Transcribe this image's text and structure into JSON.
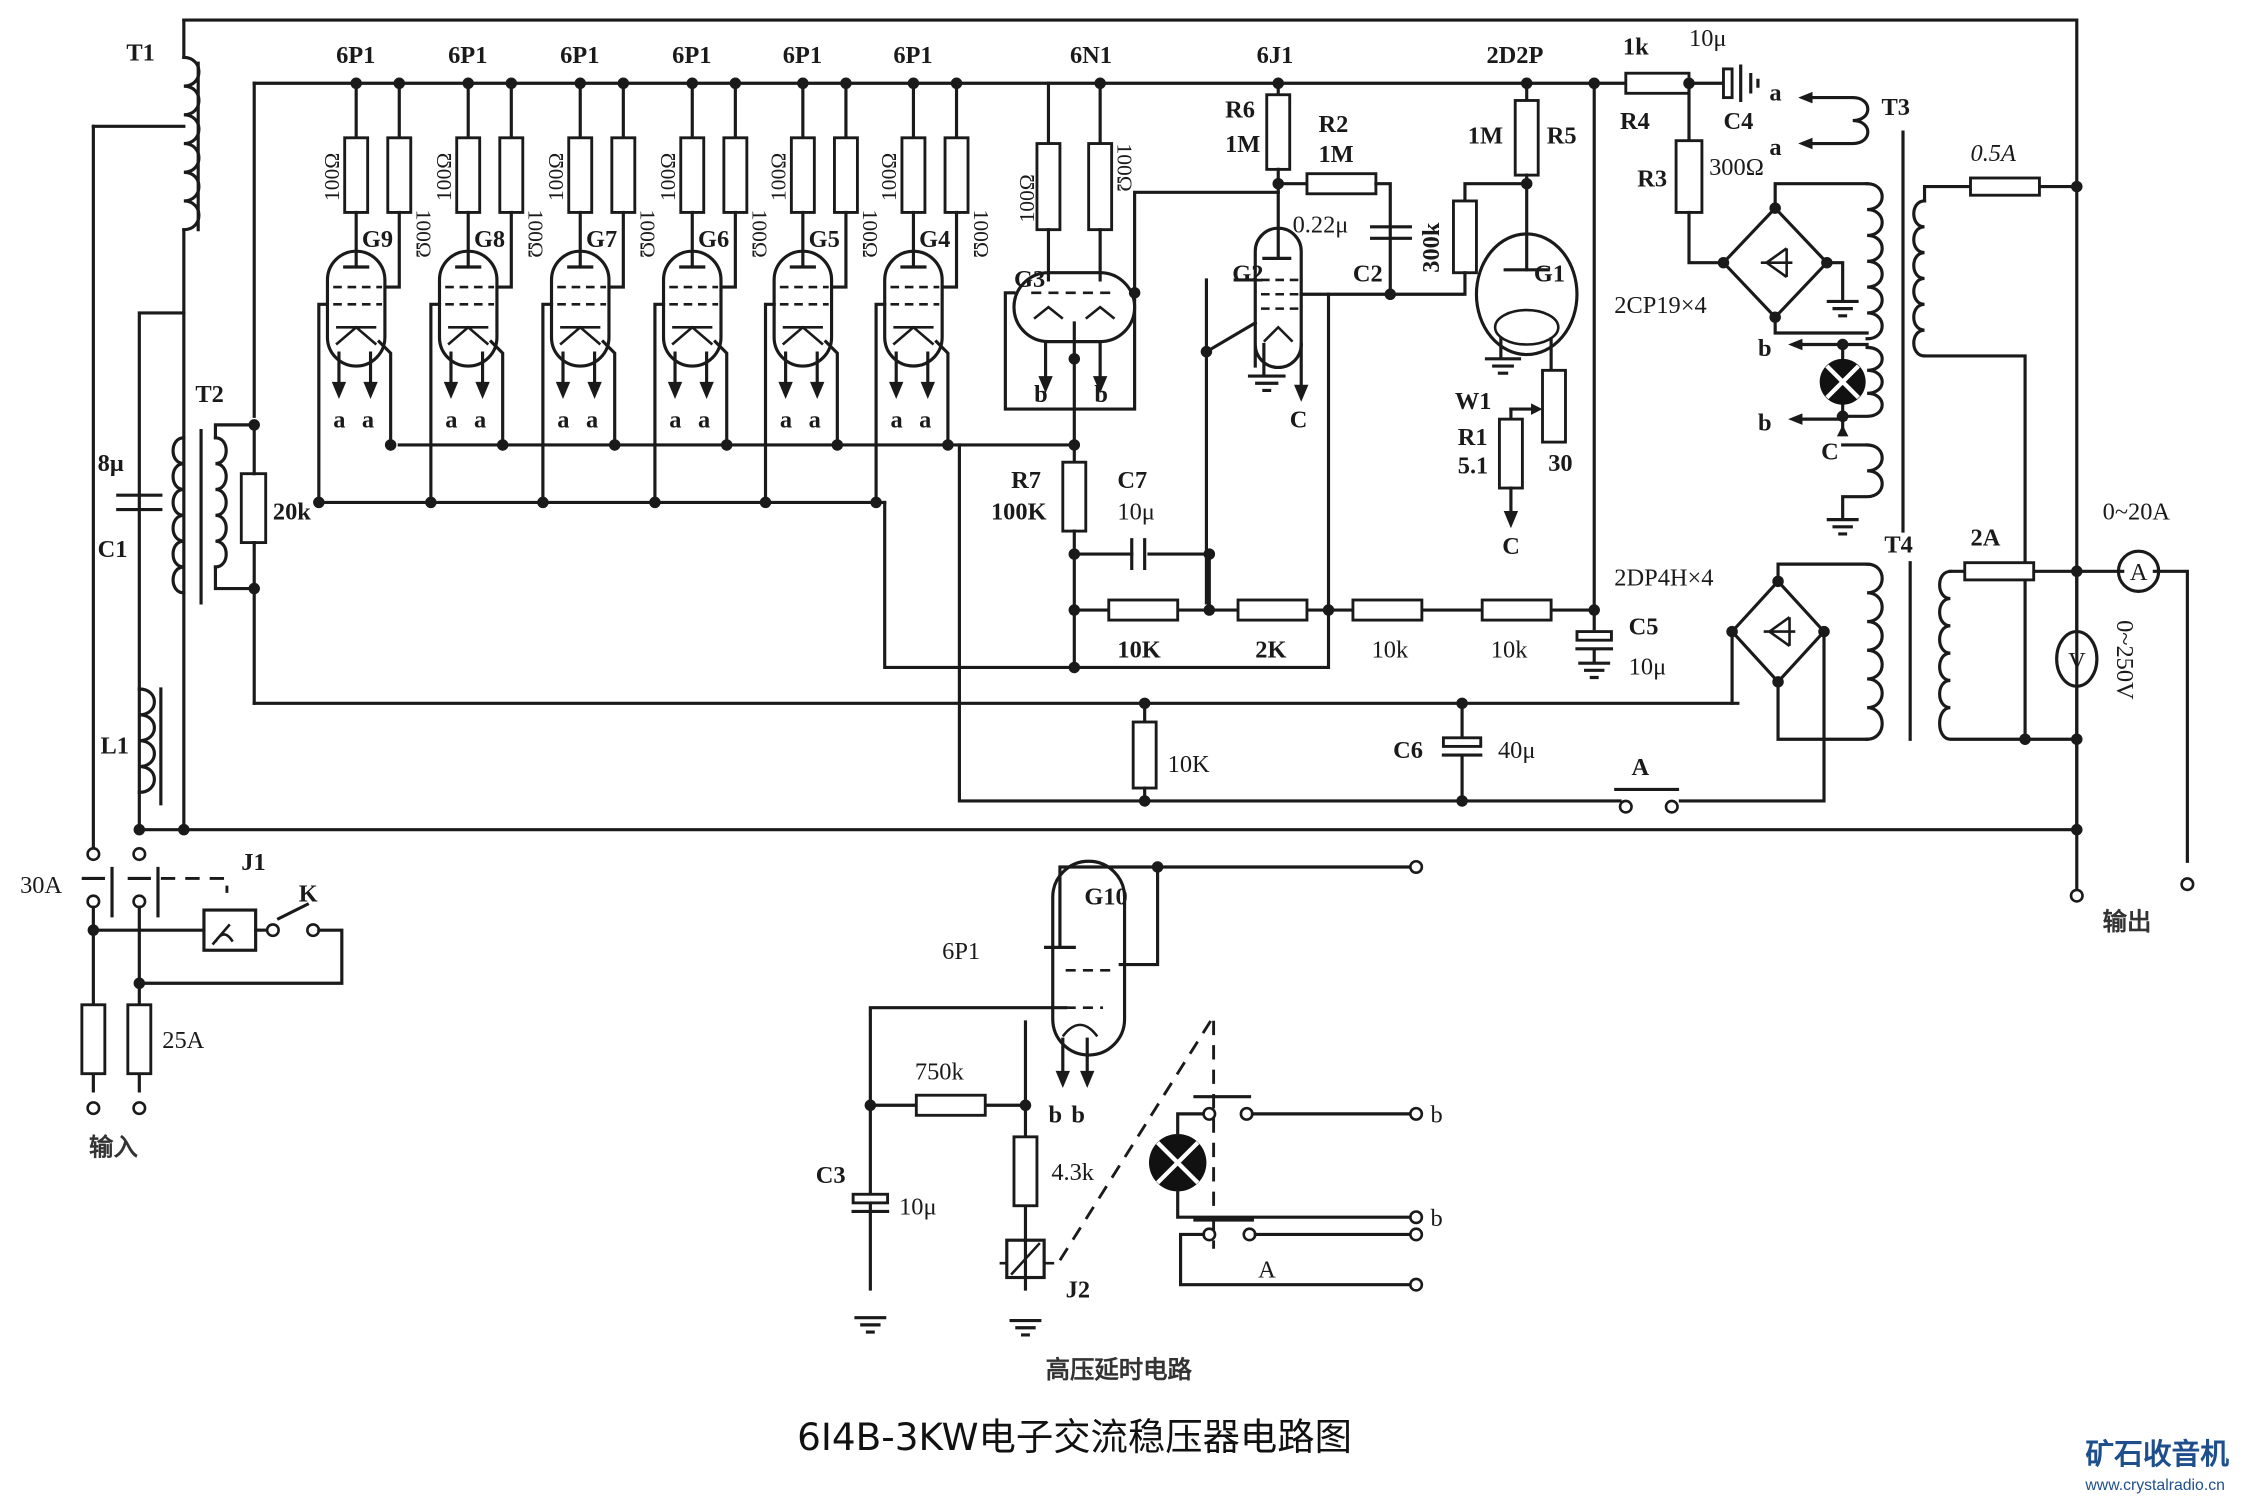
{
  "title": "6I4B-3KW电子交流稳压器电路图",
  "subcircuit_caption": "高压延时电路",
  "watermark": {
    "name": "矿石收音机",
    "url": "www.crystalradio.cn",
    "color": "#1e4f8c"
  },
  "transformers": {
    "t1": "T1",
    "t2": "T2",
    "t3": "T3",
    "t4": "T4"
  },
  "inductor": "L1",
  "capacitor_c1": {
    "ref": "C1",
    "value": "8μ"
  },
  "resistor_t2": "20k",
  "power_tubes": [
    {
      "ref": "G9",
      "type": "6P1",
      "r_grid": "100Ω",
      "r_screen": "100Ω",
      "out": [
        "a",
        "a"
      ]
    },
    {
      "ref": "G8",
      "type": "6P1",
      "r_grid": "100Ω",
      "r_screen": "100Ω",
      "out": [
        "a",
        "a"
      ]
    },
    {
      "ref": "G7",
      "type": "6P1",
      "r_grid": "100Ω",
      "r_screen": "100Ω",
      "out": [
        "a",
        "a"
      ]
    },
    {
      "ref": "G6",
      "type": "6P1",
      "r_grid": "100Ω",
      "r_screen": "100Ω",
      "out": [
        "a",
        "a"
      ]
    },
    {
      "ref": "G5",
      "type": "6P1",
      "r_grid": "100Ω",
      "r_screen": "100Ω",
      "out": [
        "a",
        "a"
      ]
    },
    {
      "ref": "G4",
      "type": "6P1",
      "r_grid": "100Ω",
      "r_screen": "100Ω",
      "out": [
        "a",
        "a"
      ]
    }
  ],
  "g3": {
    "ref": "G3",
    "type": "6N1",
    "r1": "100Ω",
    "r2": "100Ω",
    "out": [
      "b",
      "b"
    ]
  },
  "g2": {
    "ref": "G2",
    "type": "6J1",
    "out": "C"
  },
  "g1": {
    "ref": "G1",
    "type": "2D2P"
  },
  "r6": {
    "ref": "R6",
    "value": "1M"
  },
  "r2": {
    "ref": "R2",
    "value": "1M"
  },
  "c2": {
    "ref": "C2",
    "value": "0.22μ"
  },
  "r300k": "300k",
  "r5": {
    "ref": "R5",
    "value": "1M"
  },
  "r4": {
    "ref": "R4",
    "value": "1k"
  },
  "c4": {
    "ref": "C4",
    "value": "10μ"
  },
  "r3": {
    "ref": "R3",
    "value": "300Ω"
  },
  "w1": {
    "ref": "W1",
    "value": "30"
  },
  "r1": {
    "ref": "R1",
    "value": "5.1",
    "out": "C"
  },
  "r7": {
    "ref": "R7",
    "value": "100K"
  },
  "c7": {
    "ref": "C7",
    "value": "10μ"
  },
  "divider": [
    "10K",
    "2K",
    "10k",
    "10k"
  ],
  "c5": {
    "ref": "C5",
    "value": "10μ"
  },
  "r10k_bottom": "10K",
  "c6": {
    "ref": "C6",
    "value": "40μ"
  },
  "contact_a": "A",
  "bridge_top": "2CP19×4",
  "bridge_bottom": "2DP4H×4",
  "t3_taps": [
    "a",
    "a",
    "b",
    "b",
    "C"
  ],
  "fuses": {
    "f05": "0.5A",
    "f2": "2A",
    "f30": "30A",
    "f25": "25A"
  },
  "ammeter": {
    "symbol": "A",
    "range": "0~20A"
  },
  "voltmeter": {
    "symbol": "V",
    "range": "0~250V"
  },
  "relay_j1": "J1",
  "switch_k": "K",
  "input_label": "输入",
  "output_label": "输出",
  "delay": {
    "tube_ref": "G10",
    "tube_type": "6P1",
    "r750k": "750k",
    "r43k": "4.3k",
    "c3": {
      "ref": "C3",
      "value": "10μ"
    },
    "relay_j2": "J2",
    "taps": [
      "b",
      "b"
    ],
    "out_taps": [
      "b",
      "b"
    ],
    "contact": "A"
  }
}
